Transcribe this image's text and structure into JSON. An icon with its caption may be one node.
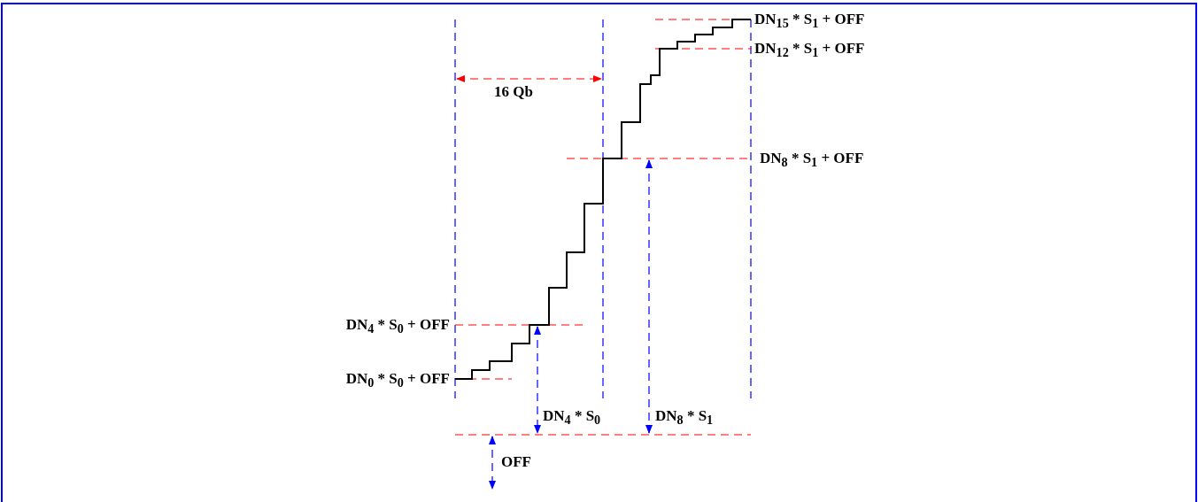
{
  "diagram": {
    "labels": [
      "DN$_{15}$ * S$_{1}$ + OFF",
      "DN$_{12}$ * S$_{1}$ + OFF",
      "16 Qb",
      "DN$_{8}$ * S$_{1}$ + OFF",
      "DN$_{4}$ * S$_{0}$ + OFF",
      "DN$_{0}$ * S$_{0}$ + OFF",
      "DN$_{4}$ * S$_{0}$",
      "DN$_{8}$ * S$_{1}$",
      "OFF"
    ]
  }
}
